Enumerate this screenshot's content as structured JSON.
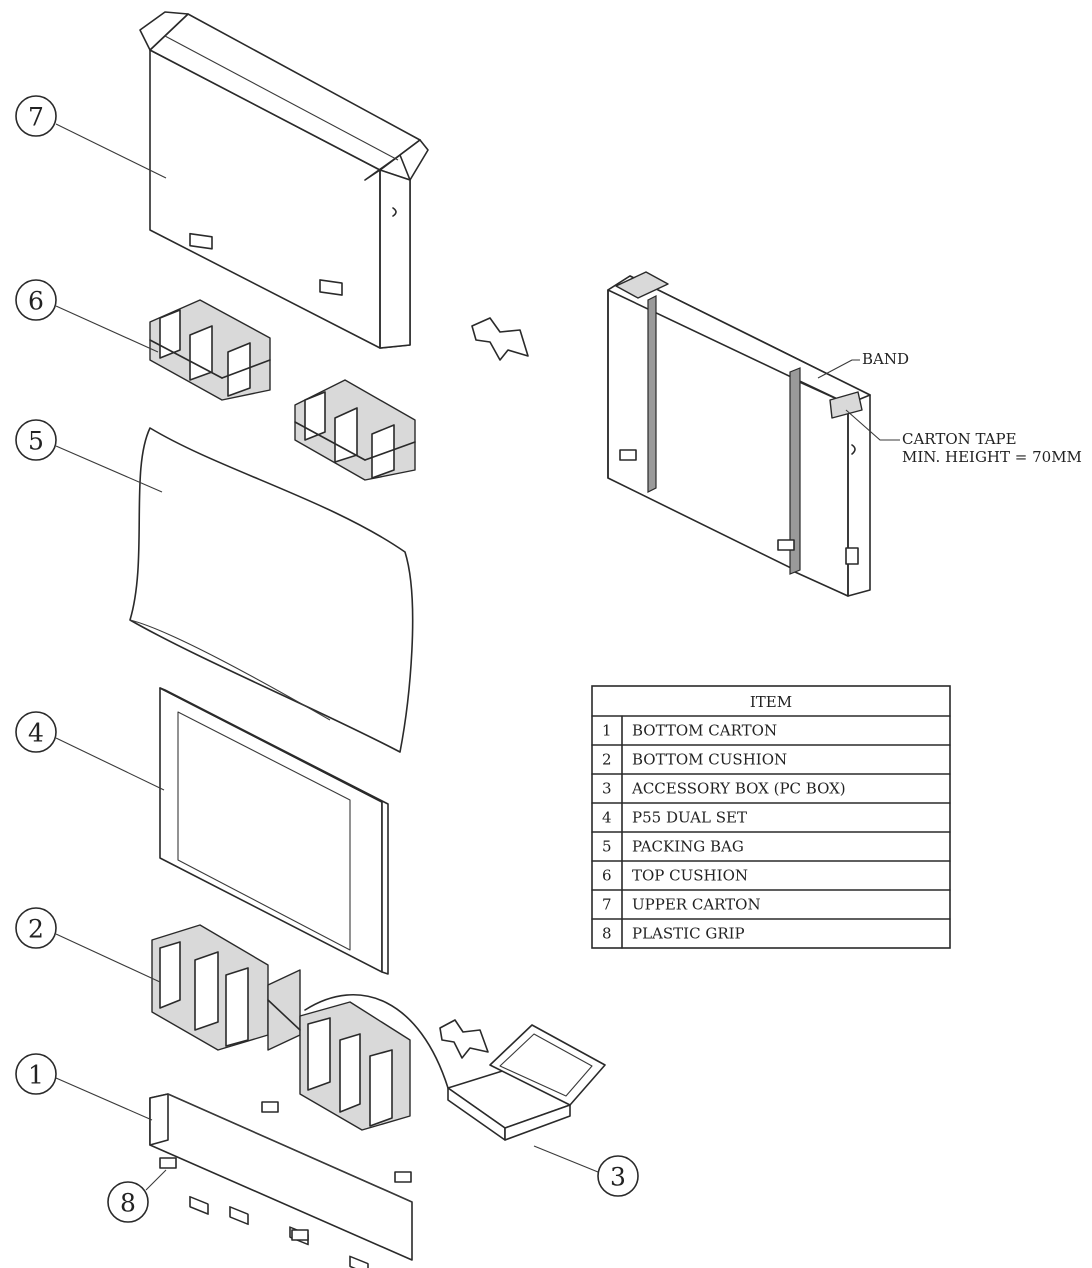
{
  "callouts": [
    "1",
    "2",
    "3",
    "4",
    "5",
    "6",
    "7",
    "8"
  ],
  "notes": {
    "band": "BAND",
    "carton_tape_line1": "CARTON TAPE",
    "carton_tape_line2": "MIN. HEIGHT = 70MM"
  },
  "item_table": {
    "header": "ITEM",
    "rows": [
      {
        "num": "1",
        "name": "BOTTOM CARTON"
      },
      {
        "num": "2",
        "name": "BOTTOM CUSHION"
      },
      {
        "num": "3",
        "name": "ACCESSORY BOX (PC BOX)"
      },
      {
        "num": "4",
        "name": "P55 DUAL SET"
      },
      {
        "num": "5",
        "name": "PACKING BAG"
      },
      {
        "num": "6",
        "name": "TOP CUSHION"
      },
      {
        "num": "7",
        "name": "UPPER CARTON"
      },
      {
        "num": "8",
        "name": "PLASTIC GRIP"
      }
    ]
  }
}
